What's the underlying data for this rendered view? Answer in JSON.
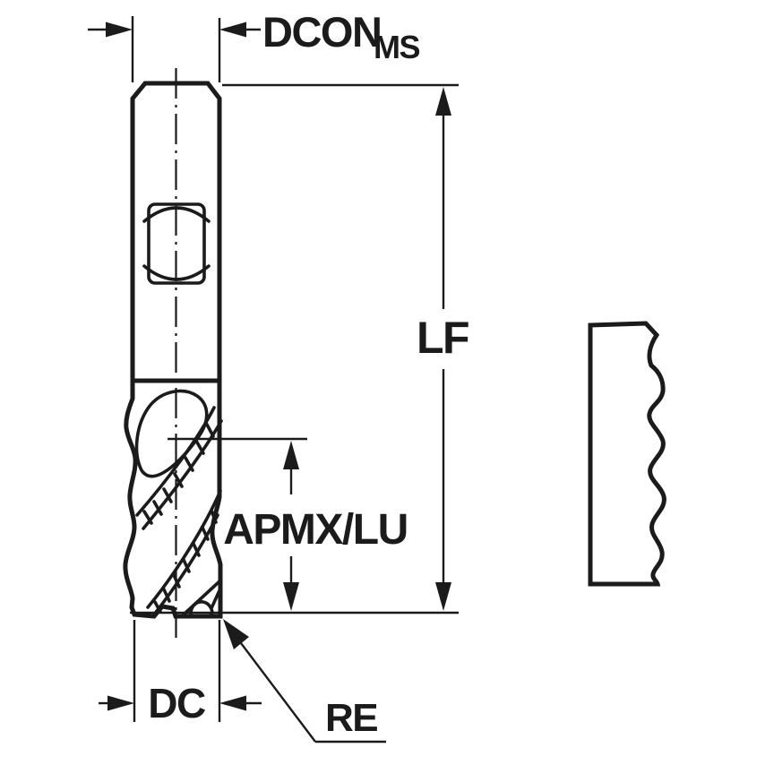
{
  "figure": {
    "type": "technical-drawing",
    "subject": "Solid carbide end mill side view with dimension callouts and machined chip-surface profile",
    "labels": {
      "dcon_main": "DCON",
      "dcon_sub": "MS",
      "lf": "LF",
      "apmx_lu": "APMX/LU",
      "dc": "DC",
      "re": "RE"
    },
    "colors": {
      "line": "#1b1b1b",
      "shank_fill": "#dbe8f2",
      "flute_fill": "#b6cddf",
      "profile_fill": "#a9c6db",
      "background": "#ffffff"
    }
  }
}
